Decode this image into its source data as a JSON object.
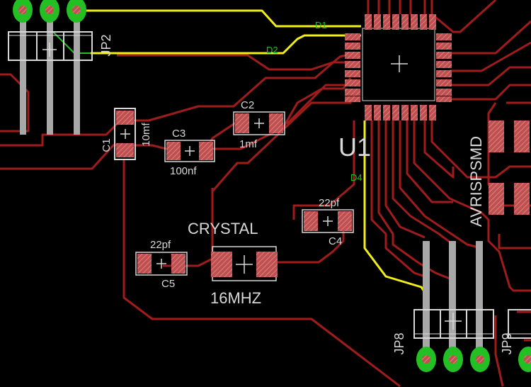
{
  "colors": {
    "background": "#000000",
    "bottom_trace": "#a01c1c",
    "top_trace": "#f2ef17",
    "airwire": "#22c022",
    "pad_fill": "#c05050",
    "pad_hatch": "#e09090",
    "silkscreen": "#d8d8d8",
    "via_ring": "#22c022",
    "pin_body": "#a8a8a8"
  },
  "net_labels": {
    "d1": "D1",
    "d2": "D2",
    "d4": "D4"
  },
  "components": {
    "u1": {
      "ref": "U1"
    },
    "c1": {
      "ref": "C1",
      "value": "10mf"
    },
    "c2": {
      "ref": "C2",
      "value": "1mf"
    },
    "c3": {
      "ref": "C3",
      "value": "100nf"
    },
    "c4": {
      "ref": "C4",
      "value": "22pf"
    },
    "c5": {
      "ref": "C5",
      "value": "22pf"
    },
    "crystal": {
      "name": "CRYSTAL",
      "value": "16MHZ"
    },
    "jp2": {
      "ref": "JP2"
    },
    "jp8": {
      "ref": "JP8"
    },
    "jp9": {
      "ref": "JP9"
    },
    "avrisp": {
      "ref": "AVRISPSMD"
    }
  }
}
